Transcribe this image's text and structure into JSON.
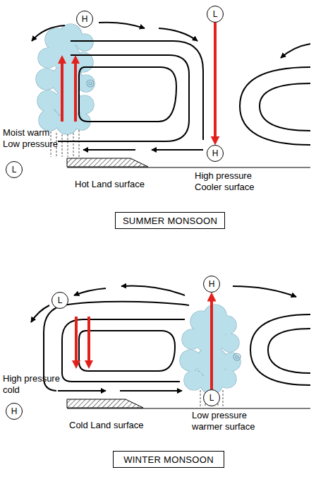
{
  "diagram": {
    "nodes": [
      {
        "text": [
          "H"
        ]
      },
      {
        "text": [
          "L"
        ]
      },
      {
        "text": [
          "H"
        ]
      },
      {
        "text": [
          "L"
        ]
      },
      {
        "text": [
          "SUMMER MONSOON"
        ]
      },
      {
        "text": [
          "L"
        ]
      },
      {
        "text": [
          "H"
        ]
      },
      {
        "text": [
          "L"
        ]
      },
      {
        "text": [
          "H"
        ]
      },
      {
        "text": [
          "WINTER MONSOON"
        ]
      }
    ],
    "edges": [
      {
        "from": 1,
        "to": 2,
        "arrow": "to"
      },
      {
        "from": 7,
        "to": 6,
        "arrow": "to"
      }
    ],
    "labels": [
      "Moist warm Low pressure",
      "Hot Land surface",
      "High pressure Cooler surface",
      "High pressure cold",
      "Cold Land surface",
      "Low pressure warmer surface"
    ]
  }
}
